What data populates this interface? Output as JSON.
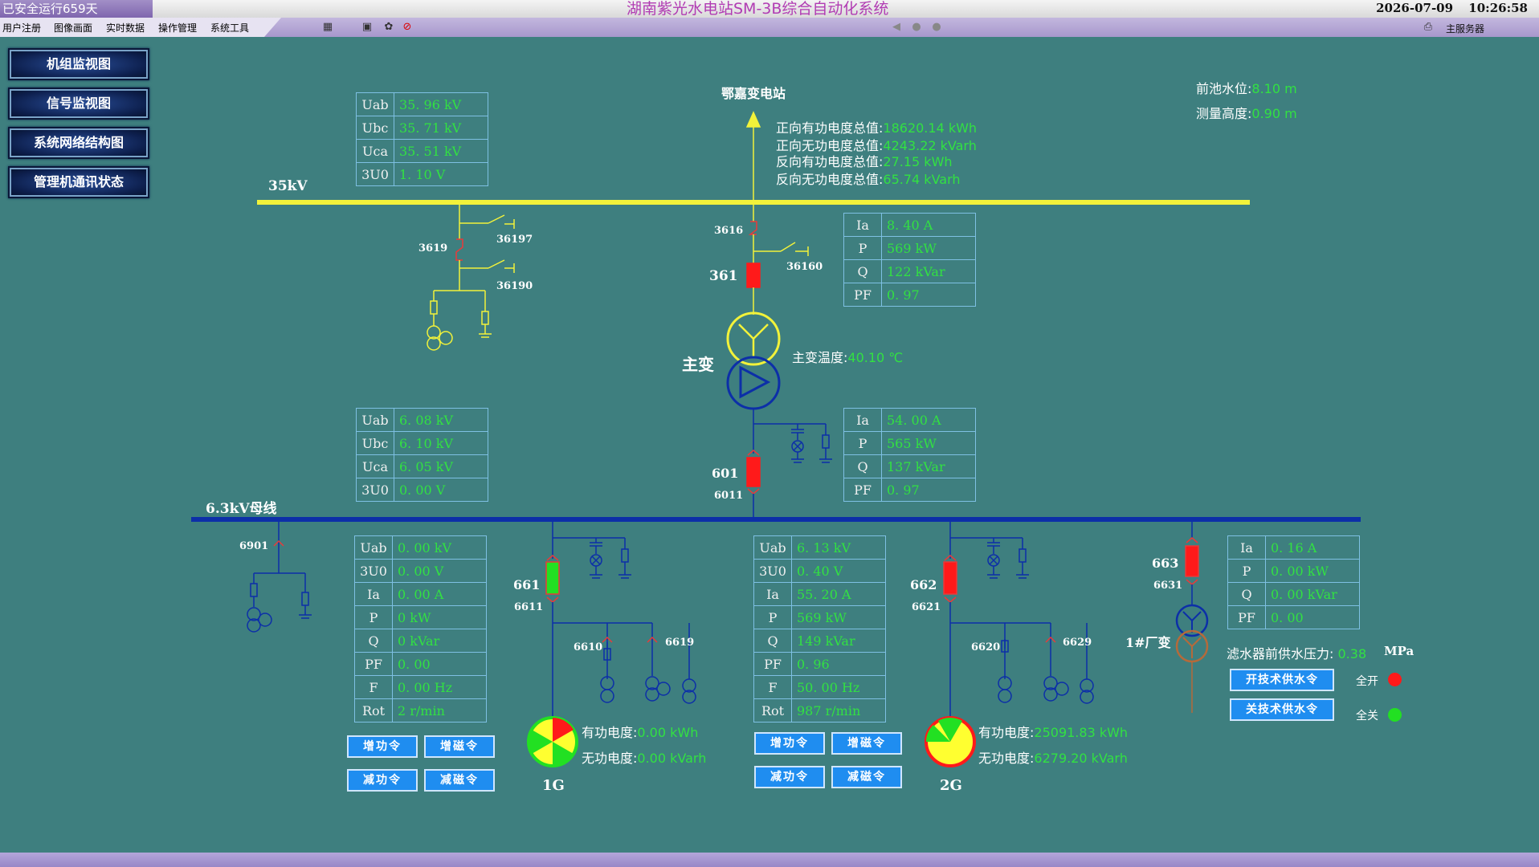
{
  "topbar": {
    "safe_run": "已安全运行659天",
    "title": "湖南紫光水电站SM-3B综合自动化系统",
    "date": "2026-07-09",
    "time": "10:26:58"
  },
  "menubar": {
    "items": [
      "用户注册",
      "图像画面",
      "实时数据",
      "操作管理",
      "系统工具"
    ],
    "icons": [
      "calculator-icon",
      "camera-icon",
      "gear-icon",
      "stop-icon"
    ],
    "media_icons": [
      "speaker-icon",
      "gear-icon",
      "gear-icon"
    ],
    "server": "主服务器"
  },
  "nav": [
    {
      "label": "机组监视图"
    },
    {
      "label": "信号监视图"
    },
    {
      "label": "系统网络结构图"
    },
    {
      "label": "管理机通讯状态"
    }
  ],
  "bus35": {
    "label": "35kV",
    "table": [
      {
        "k": "Uab",
        "v": "35. 96  kV"
      },
      {
        "k": "Ubc",
        "v": "35. 71  kV"
      },
      {
        "k": "Uca",
        "v": "35. 51  kV"
      },
      {
        "k": "3U0",
        "v": "1. 10  V"
      }
    ]
  },
  "substation": {
    "name": "鄂嘉变电站",
    "energy": [
      {
        "k": "正向有功电度总值:",
        "v": "18620.14 kWh"
      },
      {
        "k": "正向无功电度总值:",
        "v": "4243.22 kVarh"
      },
      {
        "k": "反向有功电度总值:",
        "v": "27.15 kWh"
      },
      {
        "k": "反向无功电度总值:",
        "v": "65.74 kVarh"
      }
    ]
  },
  "line361": {
    "table": [
      {
        "k": "Ia",
        "v": "8. 40  A"
      },
      {
        "k": "P",
        "v": "569  kW"
      },
      {
        "k": "Q",
        "v": "122  kVar"
      },
      {
        "k": "PF",
        "v": "0. 97"
      }
    ]
  },
  "water": {
    "level_label": "前池水位:",
    "level": "8.10 m",
    "height_label": "测量高度:",
    "height": "0.90 m"
  },
  "transformer": {
    "label": "主变",
    "temp_label": "主变温度:",
    "temp": "40.10 ℃"
  },
  "bus63": {
    "label": "6.3kV母线",
    "table": [
      {
        "k": "Uab",
        "v": "6. 08  kV"
      },
      {
        "k": "Ubc",
        "v": "6. 10  kV"
      },
      {
        "k": "Uca",
        "v": "6. 05  kV"
      },
      {
        "k": "3U0",
        "v": "0. 00  V"
      }
    ]
  },
  "line601": {
    "table": [
      {
        "k": "Ia",
        "v": "54. 00  A"
      },
      {
        "k": "P",
        "v": "565  kW"
      },
      {
        "k": "Q",
        "v": "137  kVar"
      },
      {
        "k": "PF",
        "v": "0. 97"
      }
    ]
  },
  "ids": {
    "s36197": "36197",
    "s3619": "3619",
    "s36190": "36190",
    "s3616": "3616",
    "s36160": "36160",
    "s361": "361",
    "s601": "601",
    "s6011": "6011",
    "s6901": "6901",
    "s661": "661",
    "s6611": "6611",
    "s6610": "6610",
    "s6619": "6619",
    "s662": "662",
    "s6621": "6621",
    "s6620": "6620",
    "s6629": "6629",
    "s663": "663",
    "s6631": "6631"
  },
  "g1": {
    "name": "1G",
    "table": [
      {
        "k": "Uab",
        "v": "0. 00  kV"
      },
      {
        "k": "3U0",
        "v": "0. 00  V"
      },
      {
        "k": "Ia",
        "v": "0. 00  A"
      },
      {
        "k": "P",
        "v": "0  kW"
      },
      {
        "k": "Q",
        "v": "0  kVar"
      },
      {
        "k": "PF",
        "v": "0. 00"
      },
      {
        "k": "F",
        "v": "0. 00  Hz"
      },
      {
        "k": "Rot",
        "v": "2  r/min"
      }
    ],
    "energy_p_label": "有功电度:",
    "energy_p": "0.00 kWh",
    "energy_q_label": "无功电度:",
    "energy_q": "0.00 kVarh",
    "btn_inc_p": "增功令",
    "btn_inc_m": "增磁令",
    "btn_dec_p": "减功令",
    "btn_dec_m": "减磁令"
  },
  "g2": {
    "name": "2G",
    "table": [
      {
        "k": "Uab",
        "v": "6. 13  kV"
      },
      {
        "k": "3U0",
        "v": "0. 40  V"
      },
      {
        "k": "Ia",
        "v": "55. 20  A"
      },
      {
        "k": "P",
        "v": "569  kW"
      },
      {
        "k": "Q",
        "v": "149  kVar"
      },
      {
        "k": "PF",
        "v": "0. 96"
      },
      {
        "k": "F",
        "v": "50. 00  Hz"
      },
      {
        "k": "Rot",
        "v": "987  r/min"
      }
    ],
    "energy_p_label": "有功电度:",
    "energy_p": "25091.83 kWh",
    "energy_q_label": "无功电度:",
    "energy_q": "6279.20 kVarh",
    "btn_inc_p": "增功令",
    "btn_inc_m": "增磁令",
    "btn_dec_p": "减功令",
    "btn_dec_m": "减磁令"
  },
  "factory": {
    "label": "1#厂变",
    "table": [
      {
        "k": "Ia",
        "v": "0. 16  A"
      },
      {
        "k": "P",
        "v": "0. 00  kW"
      },
      {
        "k": "Q",
        "v": "0. 00  kVar"
      },
      {
        "k": "PF",
        "v": "0. 00"
      }
    ],
    "pressure_label": "滤水器前供水压力:",
    "pressure": "0.38",
    "pressure_unit": "MPa",
    "btn_open": "开技术供水令",
    "btn_close": "关技术供水令",
    "open_label": "全开",
    "close_label": "全关",
    "colors": {
      "open": "#ff1a1a",
      "close": "#22e022"
    }
  }
}
